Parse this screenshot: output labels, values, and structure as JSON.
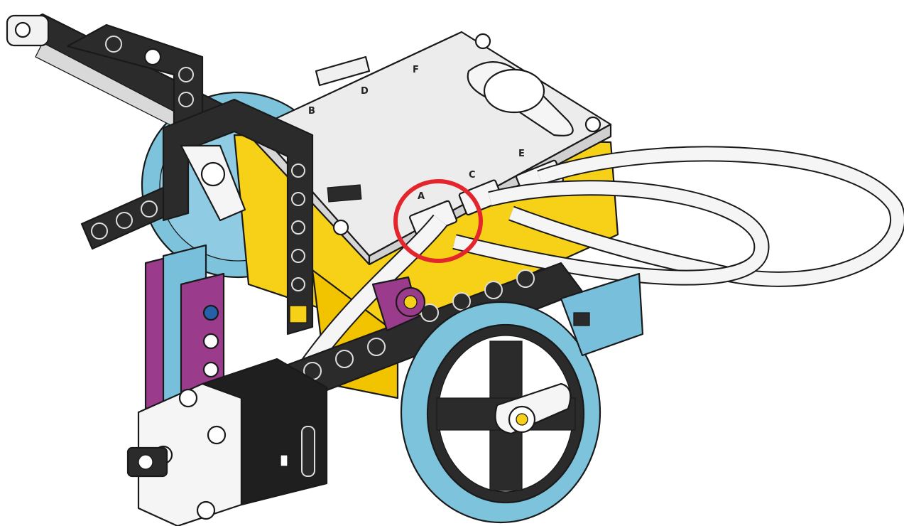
{
  "hub": {
    "ports": [
      {
        "letter": "A"
      },
      {
        "letter": "C"
      },
      {
        "letter": "E"
      },
      {
        "letter": "B"
      },
      {
        "letter": "D"
      },
      {
        "letter": "F"
      }
    ]
  },
  "highlight": {
    "target_port": "A",
    "color": "#e3262d"
  },
  "colors": {
    "hub_top": "#ececec",
    "hub_body": "#f7d117",
    "wheel_tire": "#7ec3dc",
    "beam_black": "#2b2b2b",
    "beam_magenta": "#9b3b8c",
    "beam_azure": "#78bfdc",
    "axle_yellow": "#f7d117",
    "cable": "#f5f5f5"
  }
}
